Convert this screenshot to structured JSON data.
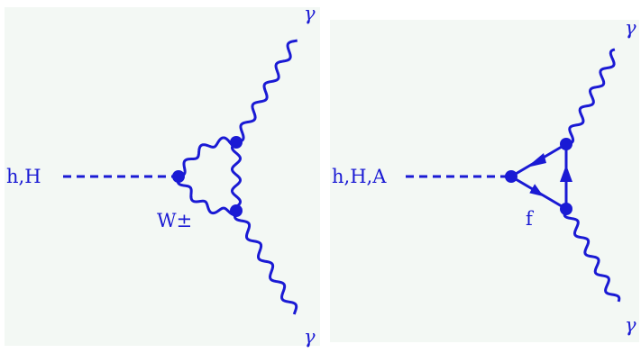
{
  "diagram_left": {
    "scalar_label": "h,H",
    "loop_label": "W±",
    "photon_top_label": "γ",
    "photon_bottom_label": "γ"
  },
  "diagram_right": {
    "scalar_label": "h,H,A",
    "loop_label": "f",
    "photon_top_label": "γ",
    "photon_bottom_label": "γ"
  },
  "colors": {
    "ink": "#1a1ad4",
    "panel": "#f3f8f4"
  }
}
